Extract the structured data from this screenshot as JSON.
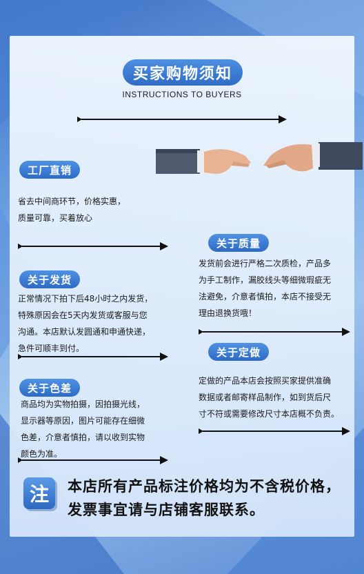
{
  "header": {
    "title": "买家购物须知",
    "subtitle": "INSTRUCTIONS TO BUYERS"
  },
  "sections": {
    "factory": {
      "label": "工厂直销",
      "lines": [
        "省去中间商环节，价格实惠，",
        "质量可靠，买着放心"
      ]
    },
    "quality": {
      "label": "关于质量",
      "lines": [
        "发货前会进行严格二次质检，产品多",
        "为手工制作，漏胶线头等细微瑕疵无",
        "法避免，介意者慎拍，本店不接受无",
        "理由退换货哦！"
      ]
    },
    "shipping": {
      "label": "关于发货",
      "lines": [
        "正常情况下拍下后48小时之内发货，",
        "特殊原因会在5天内发货或客服与您",
        "沟通。本店默认发圆通和申通快递，",
        "急件可顺丰到付。"
      ]
    },
    "custom": {
      "label": "关于定做",
      "lines": [
        "定做的产品本店会按照买家提供准确",
        "数据或者邮寄样品制作，如到货后尺",
        "寸不符或需要修改尺寸本店概不负责。"
      ]
    },
    "color": {
      "label": "关于色差",
      "lines": [
        "商品均为实物拍摄，因拍摄光线，",
        "显示器等原因，图片可能存在细微",
        "色差，介意者慎拍，请以收到实物",
        "颜色为准。"
      ]
    }
  },
  "notice": {
    "icon_char": "注",
    "lines": [
      "本店所有产品标注价格均为不含税价格，",
      "发票事宜请与店铺客服联系。"
    ]
  },
  "colors": {
    "accent": "#2f6cc6",
    "background": "#6b9ee0"
  }
}
